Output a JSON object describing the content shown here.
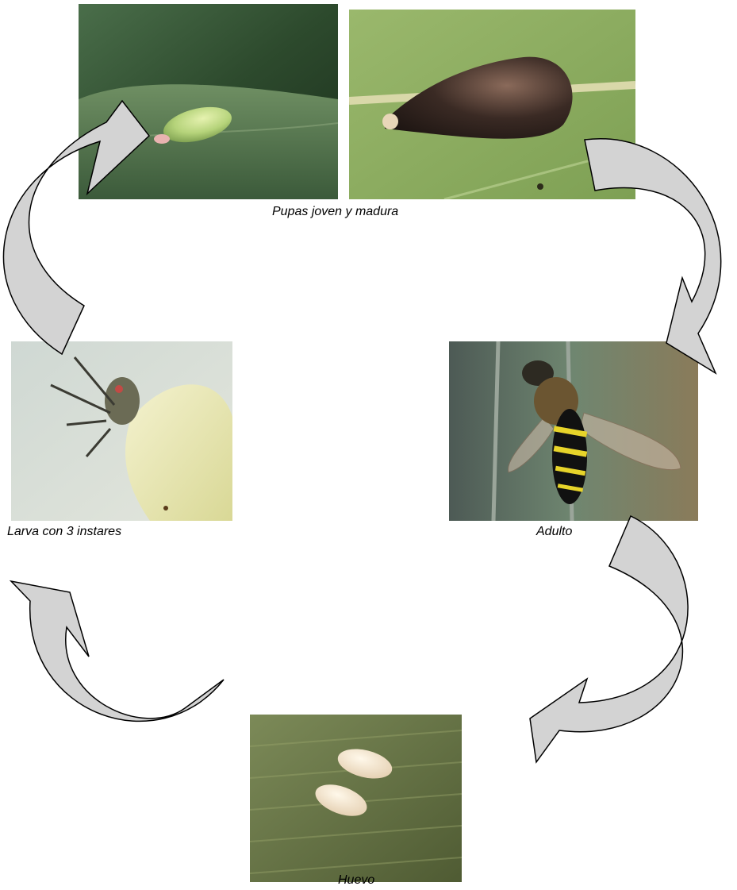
{
  "diagram": {
    "stages": {
      "pupae": {
        "caption": "Pupas joven y madura"
      },
      "adult": {
        "caption": "Adulto"
      },
      "egg": {
        "caption": "Huevo"
      },
      "larva": {
        "caption": "Larva con 3 instares"
      }
    },
    "colors": {
      "background": "#ffffff",
      "arrow_fill": "#d3d3d3",
      "arrow_stroke": "#000000",
      "caption_text": "#000000"
    }
  }
}
